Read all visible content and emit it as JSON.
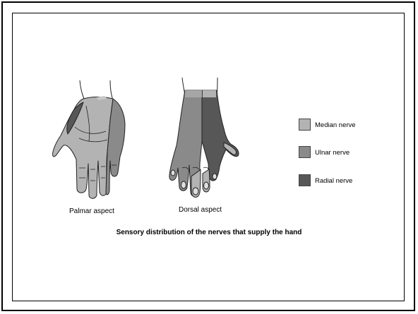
{
  "figure": {
    "caption": "Sensory distribution of the nerves that supply the hand",
    "views": [
      {
        "id": "palmar",
        "label": "Palmar aspect"
      },
      {
        "id": "dorsal",
        "label": "Dorsal aspect"
      }
    ]
  },
  "legend": [
    {
      "label": "Median nerve",
      "color": "#b3b3b3"
    },
    {
      "label": "Ulnar nerve",
      "color": "#8a8a8a"
    },
    {
      "label": "Radial nerve",
      "color": "#575757"
    }
  ]
}
